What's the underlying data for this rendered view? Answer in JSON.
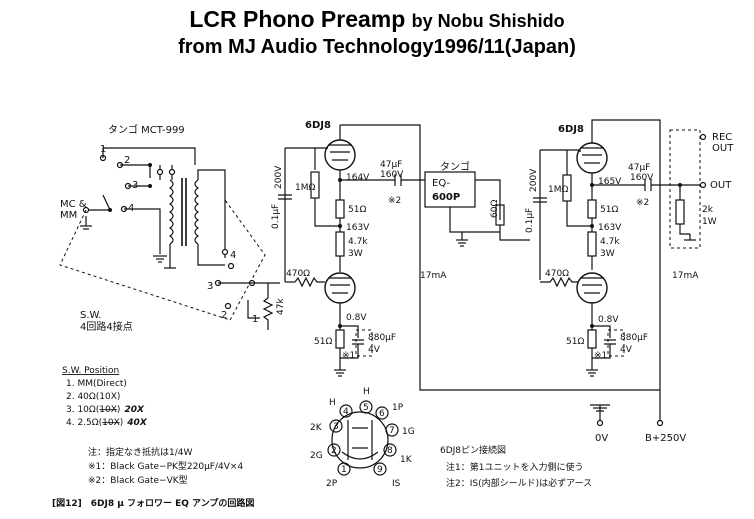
{
  "header": {
    "title_line1_main": "LCR Phono Preamp",
    "title_line1_by": "by Nobu Shishido",
    "title_line2": "from MJ Audio Technology1996/11(Japan)"
  },
  "input": {
    "transformer_label": "タンゴ MCT-999",
    "pins": [
      "1",
      "2",
      "3",
      "4"
    ],
    "mc_mm_label": "MC &\nMM",
    "mc_label": "MC &",
    "mm_label": "MM",
    "switch_pins": [
      "1",
      "2",
      "3",
      "4"
    ],
    "switch_label": "S.W.",
    "switch_desc": "4回路4接点"
  },
  "stage1": {
    "tube": "6DJ8",
    "cap": "200V",
    "cap_value": "0.1μF",
    "res_grid": "1MΩ",
    "plate_voltage": "164V",
    "r1": "51Ω",
    "v2": "163V",
    "r2": "4.7k",
    "r2_power": "3W",
    "grid_res": "470Ω",
    "input_res": "47k",
    "v3": "0.8V",
    "cathode_res": "51Ω",
    "cathode_cap": "880μF",
    "cathode_cap_v": "4V",
    "cathode_cap_note": "※1",
    "current": "17mA",
    "coupling_cap": "47μF",
    "coupling_cap_v": "160V",
    "coupling_note": "※2"
  },
  "eq": {
    "maker": "タンゴ",
    "name_line1": "EQ-",
    "name_line2": "600P",
    "term_res": "60Ω"
  },
  "stage2": {
    "tube": "6DJ8",
    "cap": "200V",
    "cap_value": "0.1μF",
    "res_grid": "1MΩ",
    "plate_voltage": "165V",
    "r1": "51Ω",
    "v2": "163V",
    "r2": "4.7k",
    "r2_power": "3W",
    "grid_res": "470Ω",
    "v3": "0.8V",
    "cathode_res": "51Ω",
    "cathode_cap": "880μF",
    "cathode_cap_v": "4V",
    "cathode_cap_note": "※1",
    "current": "17mA",
    "out_cap": "47μF",
    "out_cap_v": "160V",
    "out_note": "※2",
    "load_res": "2k",
    "load_power": "1W",
    "rec_out": "REC\nOUT",
    "rec": "REC",
    "out_word": "OUT",
    "out": "OUT"
  },
  "supply": {
    "zero": "0V",
    "bplus": "B+250V"
  },
  "sw_positions": {
    "heading": "S.W. Position",
    "items": [
      "1. MM(Direct)",
      "2. 40Ω(10X)",
      "3. 10Ω(10X) 20X",
      "4. 2.5Ω(10X) 40X"
    ],
    "item3_text": "3. 10Ω(",
    "item3_struck": "10X",
    "item3_close": ")",
    "item3_hand": "20X",
    "item4_text": "4. 2.5Ω(",
    "item4_struck": "10X",
    "item4_close": ")",
    "item4_hand": "40X"
  },
  "notes": {
    "n0": "注：指定なき抵抗は1/4W",
    "n1": "※1：Black Gate−PK型220μF/4V×4",
    "n2": "※2：Black Gate−VK型"
  },
  "pinout": {
    "pins": [
      "H",
      "H",
      "2K",
      "1P",
      "1G",
      "2G",
      "1K",
      "2P",
      "IS"
    ],
    "nums": [
      "4",
      "5",
      "6",
      "3",
      "7",
      "2",
      "8",
      "1",
      "9"
    ],
    "caption": "6DJ8ピン接続図",
    "note1": "注1：第1ユニットを入力側に使う",
    "note2": "注2：IS(内部シールド)は必ずアース"
  },
  "figure_caption": "[図12]　6DJ8 μ フォロワー EQ アンプの回路図"
}
